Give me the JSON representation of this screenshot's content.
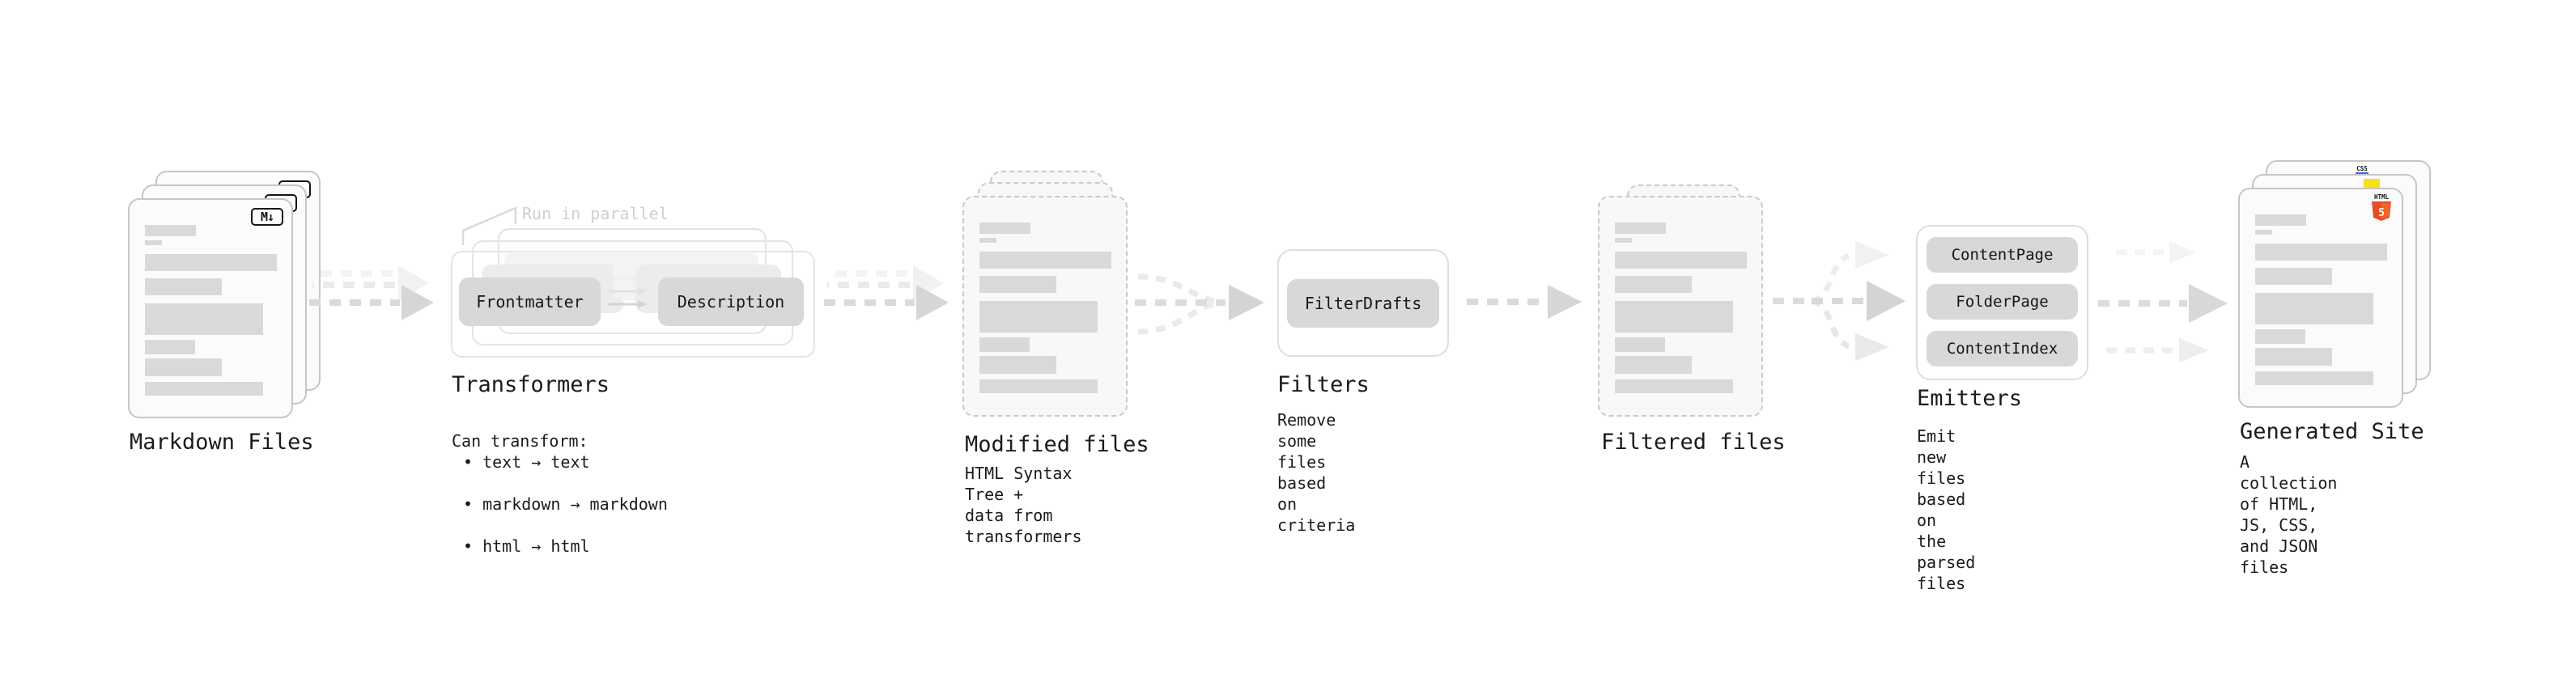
{
  "colors": {
    "html5_shield": "#e44d26",
    "html5_shield_light": "#f16529",
    "js_badge": "#f7df1e",
    "css_underline": "#2d6cf0"
  },
  "icons": {
    "markdown_badge": "M↓",
    "html5_label": "HTML",
    "html5_number": "5",
    "css_label": "CSS"
  },
  "nodes": {
    "markdown_files": {
      "label": "Markdown Files"
    },
    "transformers": {
      "heading": "Transformers",
      "annotation": "Run in parallel",
      "input_pill": "Frontmatter",
      "output_pill": "Description",
      "caption_title": "Can transform:",
      "bullets": [
        "• text → text",
        "• markdown → markdown",
        "• html → html"
      ]
    },
    "modified_files": {
      "label": "Modified files",
      "caption": "HTML Syntax Tree +\ndata from transformers"
    },
    "filters": {
      "heading": "Filters",
      "pill": "FilterDrafts",
      "caption": "Remove some files based\non criteria"
    },
    "filtered_files": {
      "label": "Filtered files"
    },
    "emitters": {
      "heading": "Emitters",
      "pills": [
        "ContentPage",
        "FolderPage",
        "ContentIndex"
      ],
      "caption": "Emit new files based on\nthe parsed files"
    },
    "generated_site": {
      "label": "Generated Site",
      "caption": "A collection of HTML,\nJS, CSS, and JSON files"
    }
  }
}
